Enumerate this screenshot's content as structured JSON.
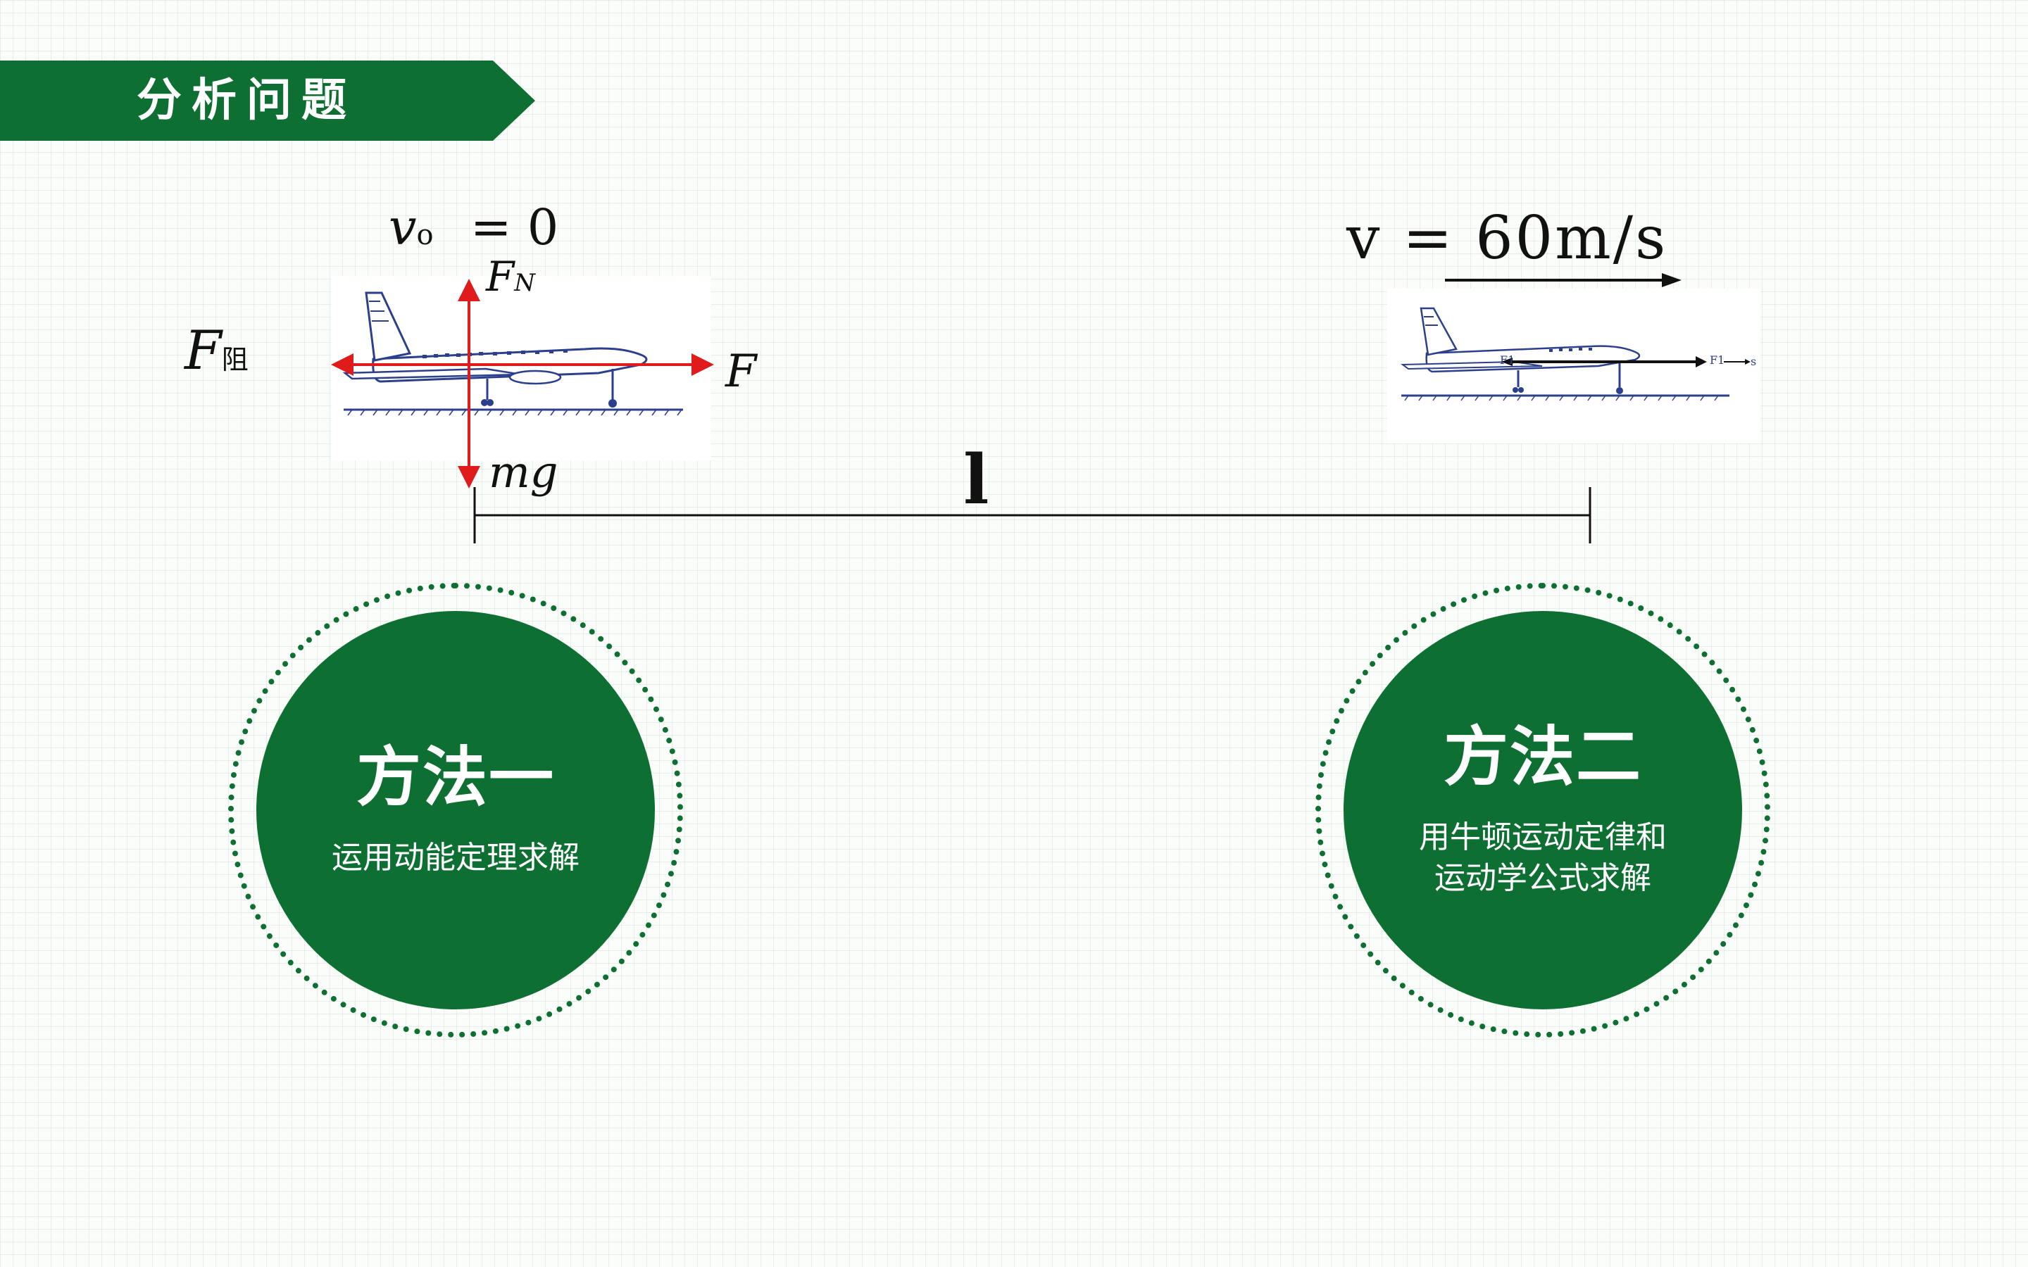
{
  "header": {
    "title": "分析问题"
  },
  "diagram": {
    "v0_symbol": "v",
    "v0_subscript": "o",
    "v0_rest": "= 0",
    "fn_symbol": "F",
    "fn_subscript": "N",
    "f_resist_symbol": "F",
    "f_resist_subscript": "阻",
    "f_symbol": "F",
    "mg_label": "mg",
    "v_label": "v = 60m/s",
    "distance_label": "l",
    "small_f1": "F1",
    "small_f2": "F1",
    "small_s": "s"
  },
  "methods": [
    {
      "title": "方法一",
      "desc_lines": [
        "运用动能定理求解"
      ]
    },
    {
      "title": "方法二",
      "desc_lines": [
        "用牛顿运动定律和",
        "运动学公式求解"
      ]
    }
  ],
  "colors": {
    "brand_green": "#0e6f32",
    "force_red": "#e01b1b",
    "plane_blue": "#2c3f8c"
  }
}
